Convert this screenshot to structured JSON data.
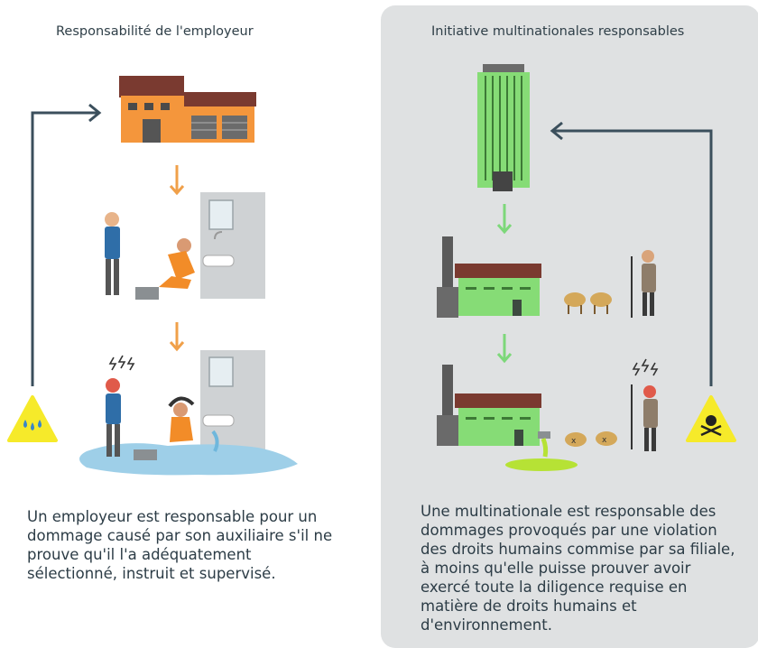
{
  "left": {
    "title": "Responsabilité de l'employeur",
    "caption": "Un employeur est responsable pour un\ndommage causé par son auxiliaire s'il ne\nprouve qu'il l'a adéquatement\nsélectionné, instruit et supervisé.",
    "warning_icon": "water-drops-warning-icon"
  },
  "right": {
    "title": "Initiative multinationales responsables",
    "caption": "Une multinationale est responsable des\ndommages provoqués par une violation\ndes droits humains commise par sa filiale,\nà moins qu'elle puisse prouver avoir\nexercé toute la diligence requise en\nmatière de droits humains et\nd'environnement.",
    "warning_icon": "skull-crossbones-warning-icon"
  },
  "colors": {
    "arrow_left": "#f0a04a",
    "arrow_right": "#7dd87a",
    "feedback_line": "#3b4f5c",
    "warning_yellow": "#f6ea2a",
    "factory_left": "#f4963c",
    "building_right": "#86dc76",
    "water": "#9ecfe8",
    "pollution": "#b6e235"
  }
}
